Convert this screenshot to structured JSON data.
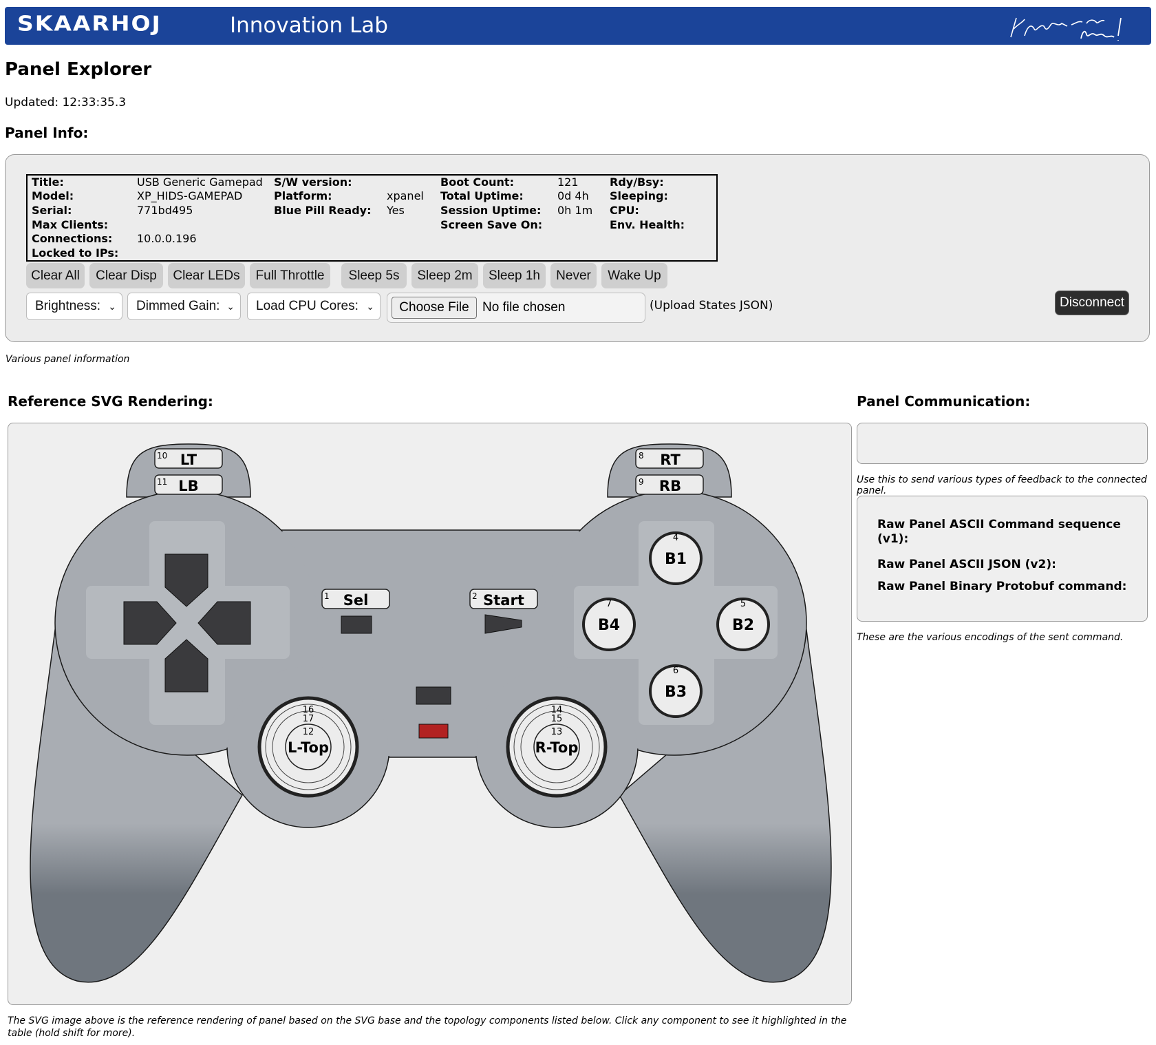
{
  "header": {
    "brand": "SKAARHOJ",
    "lab": "Innovation Lab",
    "signature_icon": "handwritten-signature"
  },
  "page": {
    "title": "Panel Explorer",
    "updated": "Updated: 12:33:35.3",
    "panel_info_heading": "Panel Info:"
  },
  "info": {
    "col1": [
      {
        "label": "Title:",
        "value": "USB Generic Gamepad"
      },
      {
        "label": "Model:",
        "value": "XP_HIDS-GAMEPAD"
      },
      {
        "label": "Serial:",
        "value": "771bd495"
      },
      {
        "label": "Max Clients:",
        "value": ""
      },
      {
        "label": "Connections:",
        "value": "10.0.0.196"
      },
      {
        "label": "Locked to IPs:",
        "value": ""
      }
    ],
    "col2": [
      {
        "label": "S/W version:",
        "value": ""
      },
      {
        "label": "Platform:",
        "value": "xpanel"
      },
      {
        "label": "Blue Pill Ready:",
        "value": "Yes"
      }
    ],
    "col3": [
      {
        "label": "Boot Count:",
        "value": "121"
      },
      {
        "label": "Total Uptime:",
        "value": "0d 4h"
      },
      {
        "label": "Session Uptime:",
        "value": "0h 1m"
      },
      {
        "label": "Screen Save On:",
        "value": ""
      }
    ],
    "col4": [
      {
        "label": "Rdy/Bsy:"
      },
      {
        "label": "Sleeping:"
      },
      {
        "label": "CPU:"
      },
      {
        "label": "Env. Health:"
      }
    ]
  },
  "buttons": {
    "clear_all": "Clear All",
    "clear_disp": "Clear Disp",
    "clear_leds": "Clear LEDs",
    "full_throttle": "Full Throttle",
    "sleep_5s": "Sleep 5s",
    "sleep_2m": "Sleep 2m",
    "sleep_1h": "Sleep 1h",
    "never": "Never",
    "wake_up": "Wake Up",
    "disconnect": "Disconnect"
  },
  "selects": {
    "brightness": "Brightness:",
    "dimmed_gain": "Dimmed Gain:",
    "load_cpu": "Load CPU Cores:"
  },
  "file": {
    "choose": "Choose File",
    "status": "No file chosen",
    "hint": "(Upload States JSON)"
  },
  "captions": {
    "info": "Various panel information",
    "svg": "The SVG image above is the reference rendering of panel based on the SVG base and the topology components listed below. Click any component to see it highlighted in the table (hold shift for more).",
    "comm": "Use this to send various types of feedback to the connected panel.",
    "enc": "These are the various encodings of the sent command."
  },
  "sections": {
    "svg_heading": "Reference SVG Rendering:",
    "comm_heading": "Panel Communication:"
  },
  "encodings": {
    "ascii_v1": "Raw Panel ASCII Command sequence (v1):",
    "json_v2": "Raw Panel ASCII JSON (v2):",
    "protobuf": "Raw Panel Binary Protobuf command:"
  },
  "gamepad": {
    "lt": {
      "num": "10",
      "label": "LT"
    },
    "lb": {
      "num": "11",
      "label": "LB"
    },
    "rt": {
      "num": "8",
      "label": "RT"
    },
    "rb": {
      "num": "9",
      "label": "RB"
    },
    "sel": {
      "num": "1",
      "label": "Sel"
    },
    "start": {
      "num": "2",
      "label": "Start"
    },
    "b1": {
      "num": "4",
      "label": "B1"
    },
    "b2": {
      "num": "5",
      "label": "B2"
    },
    "b3": {
      "num": "6",
      "label": "B3"
    },
    "b4": {
      "num": "7",
      "label": "B4"
    },
    "lstick": {
      "n1": "16",
      "n2": "17",
      "n3": "12",
      "label": "L-Top"
    },
    "rstick": {
      "n1": "14",
      "n2": "15",
      "n3": "13",
      "label": "R-Top"
    },
    "colors": {
      "body": "#a7abb1",
      "dark": "#3a3a3d",
      "red": "#b22222"
    }
  }
}
